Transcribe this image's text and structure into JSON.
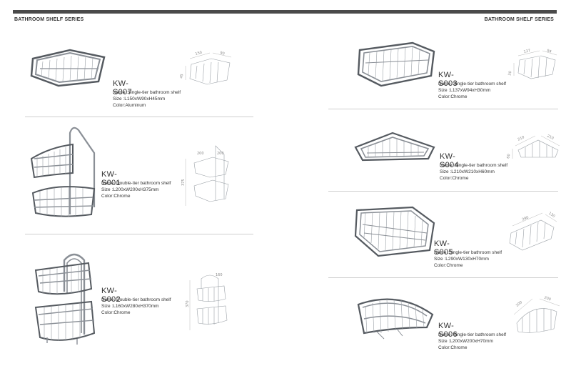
{
  "header": {
    "left_series": "BATHROOM SHELF  SERIES",
    "right_series": "BATHROOM SHELF  SERIES"
  },
  "colors": {
    "bar": "#4a4a4a",
    "steel": "#8a8f96"
  },
  "products": [
    {
      "code": "KW-S007",
      "name": "Name :Single-tier bathroom shelf",
      "size": "Size :L150xW90xH45mm",
      "color": "Color:Aluminum",
      "dims": [
        "150",
        "90",
        "45"
      ]
    },
    {
      "code": "KW-S001",
      "name": "Name :Double-tier bathroom shelf",
      "size": "Size :L200xW200xH375mm",
      "color": "Color:Chrome",
      "dims": [
        "200",
        "200",
        "375"
      ]
    },
    {
      "code": "KW-S002",
      "name": "Name :Double-tier bathroom shelf",
      "size": "Size :L160xW280xH370mm",
      "color": "Color:Chrome",
      "dims": [
        "160",
        "370"
      ]
    },
    {
      "code": "KW-S003",
      "name": "Name :Single-tier bathroom shelf",
      "size": "Size :L137xW94xH30mm",
      "color": "Color:Chrome",
      "dims": [
        "137",
        "94",
        "30"
      ]
    },
    {
      "code": "KW-S004",
      "name": "Name :Single-tier bathroom shelf",
      "size": "Size :L210xW210xH60mm",
      "color": "Color:Chrome",
      "dims": [
        "210",
        "210",
        "60"
      ]
    },
    {
      "code": "KW-S005",
      "name": "Name :Single-tier bathroom shelf",
      "size": "Size :L290xW130xH70mm",
      "color": "Color:Chrome",
      "dims": [
        "290",
        "130"
      ]
    },
    {
      "code": "KW-S006",
      "name": "Name :Single-tier bathroom shelf",
      "size": "Size :L200xW200xH70mm",
      "color": "Color:Chrome",
      "dims": [
        "200",
        "200"
      ]
    }
  ]
}
